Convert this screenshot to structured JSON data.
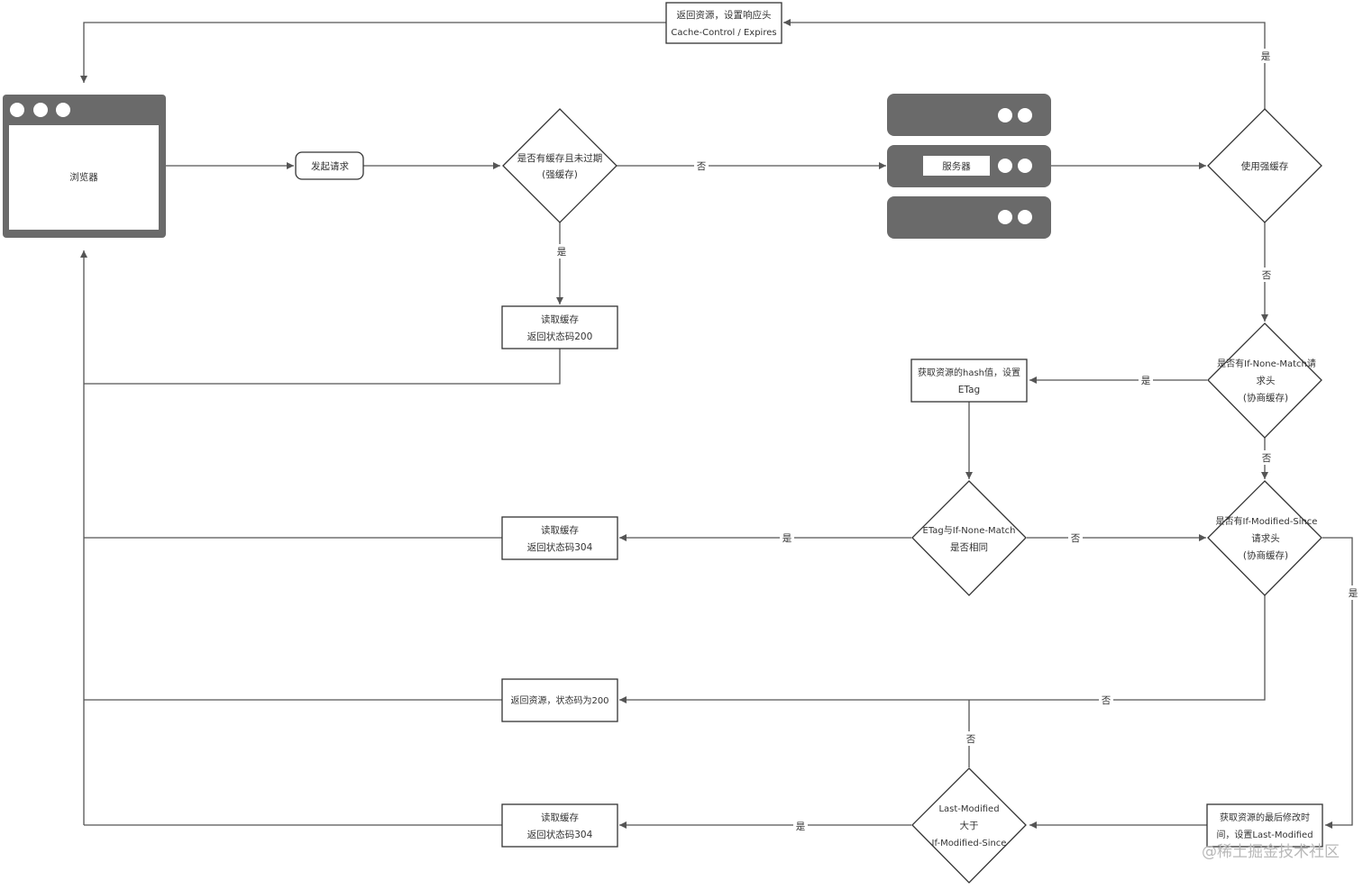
{
  "nodes": {
    "browser": "浏览器",
    "send_request": "发起请求",
    "strong_cache_check": [
      "是否有缓存且未过期",
      "(强缓存)"
    ],
    "read_cache_200": [
      "读取缓存",
      "返回状态码200"
    ],
    "server": "服务器",
    "use_strong_cache": "使用强缓存",
    "return_with_headers": [
      "返回资源，设置响应头",
      "Cache-Control / Expires"
    ],
    "if_none_match_check": [
      "是否有If-None-Match请",
      "求头",
      "(协商缓存)"
    ],
    "get_hash_etag": [
      "获取资源的hash值，设置",
      "ETag"
    ],
    "etag_compare": [
      "ETag与If-None-Match",
      "是否相同"
    ],
    "read_cache_304_a": [
      "读取缓存",
      "返回状态码304"
    ],
    "if_modified_since_check": [
      "是否有If-Modified-Since",
      "请求头",
      "(协商缓存)"
    ],
    "return_200": "返回资源，状态码为200",
    "get_last_modified": [
      "获取资源的最后修改时",
      "间，设置Last-Modified"
    ],
    "last_modified_compare": [
      "Last-Modified",
      "大于",
      "If-Modified-Since"
    ],
    "read_cache_304_b": [
      "读取缓存",
      "返回状态码304"
    ]
  },
  "edge_labels": {
    "yes": "是",
    "no": "否"
  },
  "watermark": "@稀土掘金技术社区",
  "colors": {
    "line": "#555555",
    "browser_frame": "#6a6a6a",
    "server_body": "#6a6a6a",
    "box_border": "#333333"
  }
}
